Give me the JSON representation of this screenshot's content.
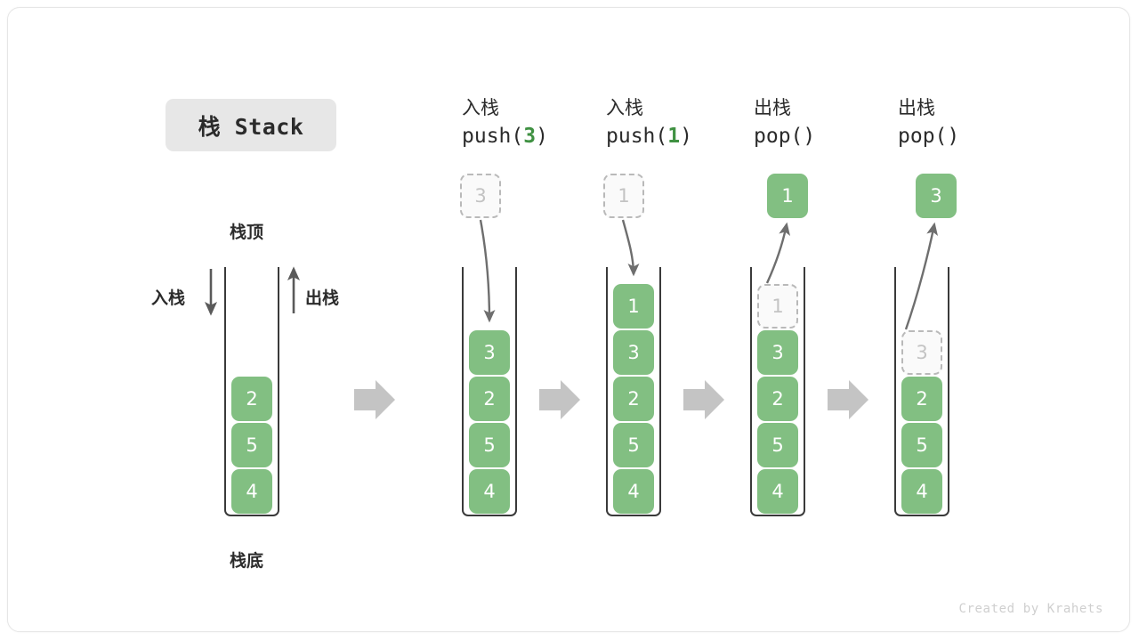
{
  "title": {
    "text": "栈 Stack"
  },
  "footer": {
    "text": "Created by Krahets"
  },
  "labels": {
    "top": "栈顶",
    "bottom": "栈底",
    "push_side": "入栈",
    "pop_side": "出栈"
  },
  "colors": {
    "cell_fill": "#82bf82",
    "cell_text": "#ffffff",
    "ghost_border": "#b9b9b9",
    "ghost_text": "#c3c3c3",
    "accent_green": "#3f9142",
    "tube_stroke": "#3a3a3a",
    "arrow_gray": "#c4c4c4",
    "curve_gray": "#6e6e6e",
    "chip_bg": "#e7e7e7",
    "footer_text": "#cfcfcf"
  },
  "operations": [
    {
      "cn": "入栈",
      "code_prefix": "push(",
      "code_value": "3",
      "code_suffix": ")"
    },
    {
      "cn": "入栈",
      "code_prefix": "push(",
      "code_value": "1",
      "code_suffix": ")"
    },
    {
      "cn": "出栈",
      "code_prefix": "pop(",
      "code_value": "",
      "code_suffix": ")"
    },
    {
      "cn": "出栈",
      "code_prefix": "pop(",
      "code_value": "",
      "code_suffix": ")"
    }
  ],
  "stacks": [
    {
      "name": "initial",
      "cells": [
        "2",
        "5",
        "4"
      ],
      "ghost_index": -1
    },
    {
      "name": "after-push-3",
      "cells": [
        "3",
        "2",
        "5",
        "4"
      ],
      "ghost_index": -1
    },
    {
      "name": "after-push-1",
      "cells": [
        "1",
        "3",
        "2",
        "5",
        "4"
      ],
      "ghost_index": -1
    },
    {
      "name": "popping-1",
      "cells": [
        "1",
        "3",
        "2",
        "5",
        "4"
      ],
      "ghost_index": 0
    },
    {
      "name": "popping-3",
      "cells": [
        "3",
        "2",
        "5",
        "4"
      ],
      "ghost_index": 0
    }
  ],
  "floating_cells": [
    {
      "name": "push-3-source",
      "value": "3",
      "style": "ghost"
    },
    {
      "name": "push-1-source",
      "value": "1",
      "style": "ghost"
    },
    {
      "name": "pop-1-result",
      "value": "1",
      "style": "solid"
    },
    {
      "name": "pop-3-result",
      "value": "3",
      "style": "solid"
    }
  ]
}
